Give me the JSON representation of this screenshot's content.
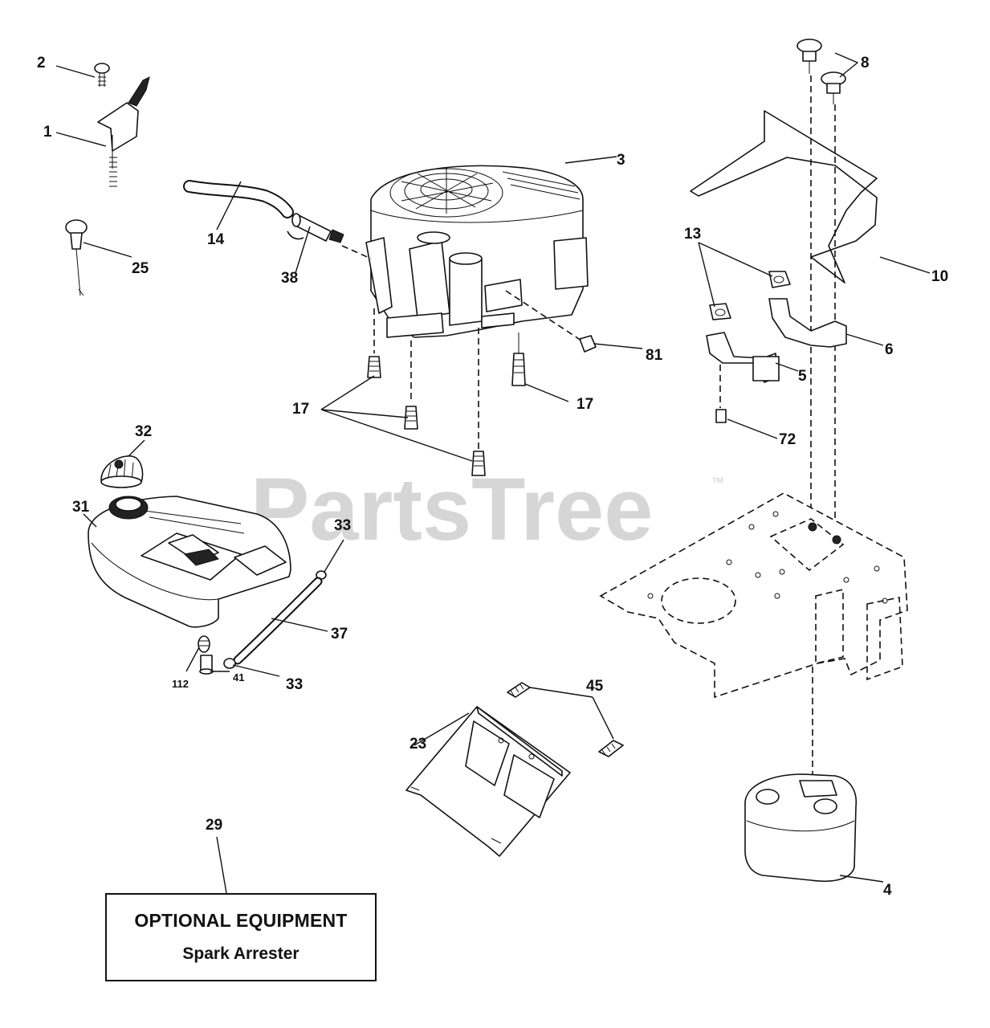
{
  "watermark": {
    "text": "PartsTree",
    "trademark": "™"
  },
  "callouts": {
    "c1": "1",
    "c2": "2",
    "c3": "3",
    "c4": "4",
    "c5": "5",
    "c6": "6",
    "c8": "8",
    "c10": "10",
    "c13": "13",
    "c14": "14",
    "c17a": "17",
    "c17b": "17",
    "c23": "23",
    "c25": "25",
    "c29": "29",
    "c31": "31",
    "c32": "32",
    "c33a": "33",
    "c33b": "33",
    "c37": "37",
    "c38": "38",
    "c41": "41",
    "c45": "45",
    "c72": "72",
    "c81": "81",
    "c112": "112"
  },
  "optional_box": {
    "title": "OPTIONAL EQUIPMENT",
    "subtitle": "Spark Arrester"
  }
}
